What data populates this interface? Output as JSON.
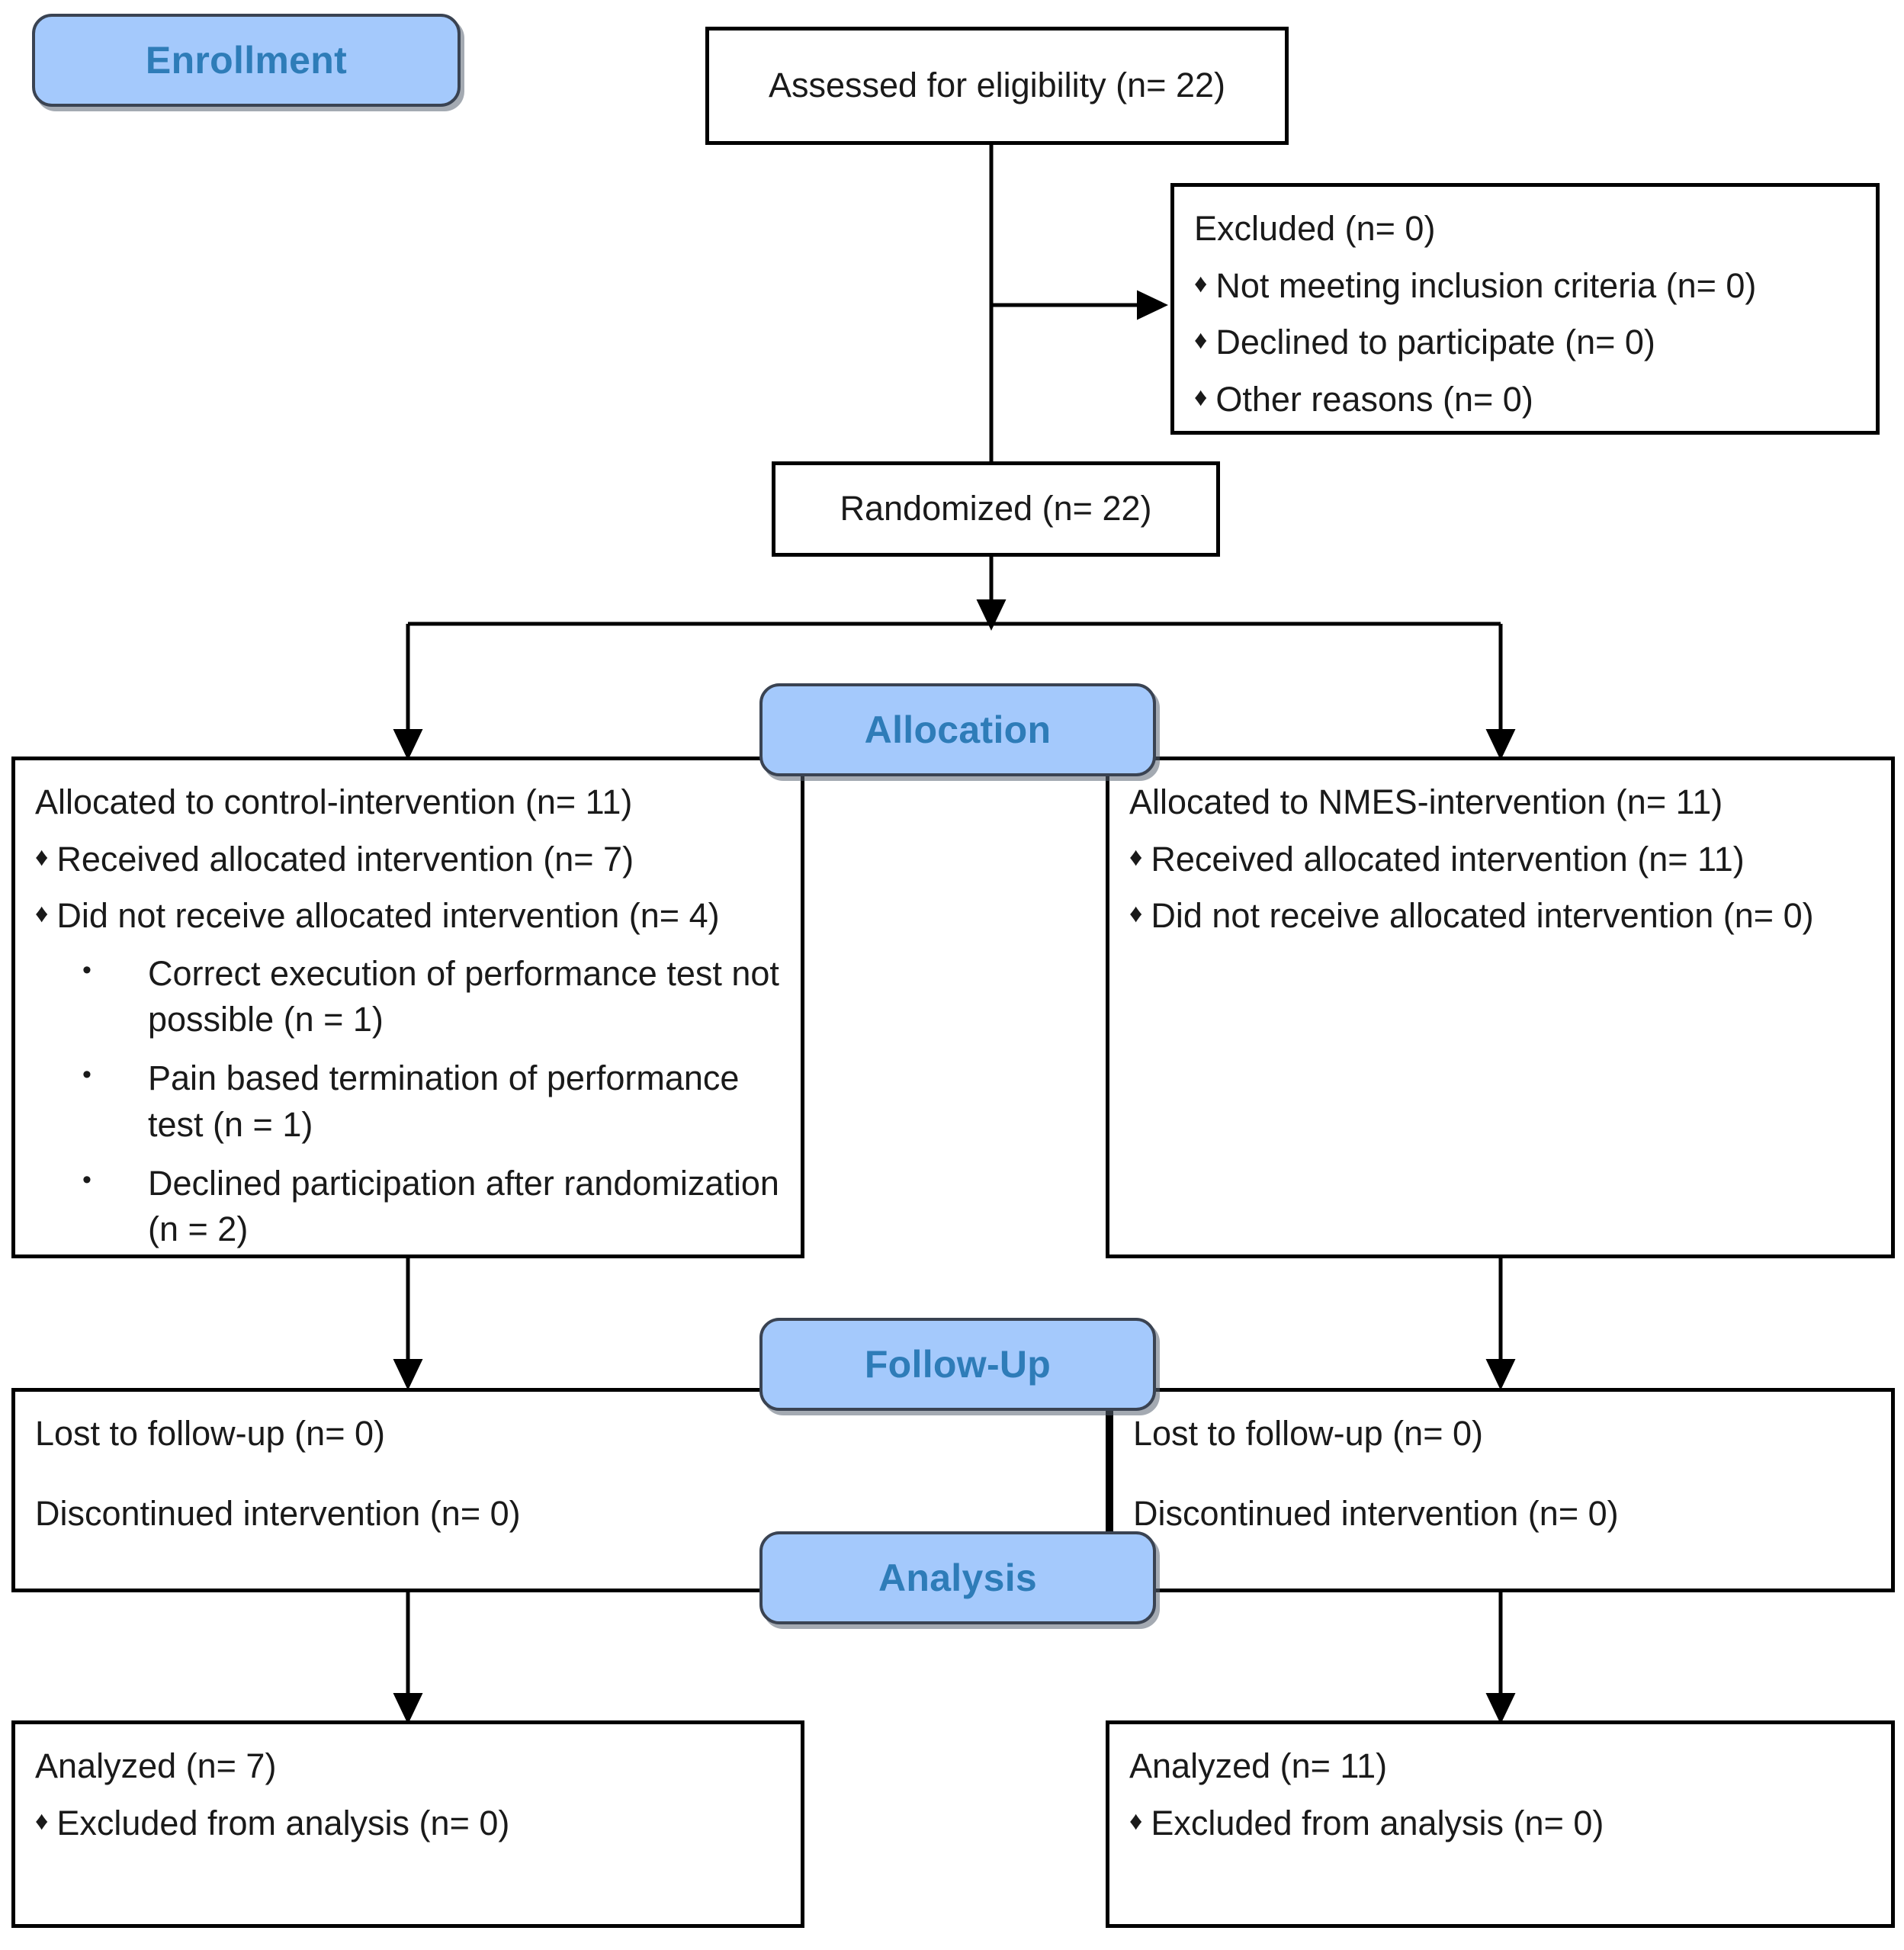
{
  "diagram": {
    "title": "CONSORT participant flow diagram",
    "accent_color": "#a4c9fc",
    "badge_text_color": "#2e7cb8",
    "line_color": "#000000",
    "bullet_glyph": "♦",
    "subbullet_glyph": "•"
  },
  "stages": {
    "enrollment": "Enrollment",
    "allocation": "Allocation",
    "follow_up": "Follow-Up",
    "analysis": "Analysis"
  },
  "enrollment": {
    "assessed": "Assessed for eligibility (n= 22)",
    "excluded": {
      "heading": "Excluded (n= 0)",
      "items": [
        "Not meeting inclusion criteria (n= 0)",
        "Declined to participate (n= 0)",
        "Other reasons (n= 0)"
      ]
    },
    "randomized": "Randomized (n= 22)"
  },
  "allocation": {
    "control": {
      "heading": "Allocated to control-intervention (n= 11)",
      "items": [
        "Received allocated intervention (n= 7)",
        "Did not receive allocated intervention (n= 4)"
      ],
      "subitems": [
        "Correct execution of performance test not possible (n = 1)",
        "Pain based termination of performance test (n = 1)",
        "Declined participation after randomization (n = 2)"
      ]
    },
    "nmes": {
      "heading": "Allocated to NMES-intervention (n= 11)",
      "items": [
        "Received allocated intervention (n= 11)",
        "Did not receive allocated intervention (n= 0)"
      ]
    }
  },
  "follow_up": {
    "control": {
      "lost": "Lost to follow-up (n= 0)",
      "discontinued": "Discontinued intervention (n= 0)"
    },
    "nmes": {
      "lost": "Lost to follow-up (n= 0)",
      "discontinued": "Discontinued intervention (n= 0)"
    }
  },
  "analysis": {
    "control": {
      "analyzed": "Analyzed (n= 7)",
      "excluded": "Excluded from analysis (n= 0)"
    },
    "nmes": {
      "analyzed": "Analyzed (n= 11)",
      "excluded": "Excluded from analysis (n= 0)"
    }
  }
}
